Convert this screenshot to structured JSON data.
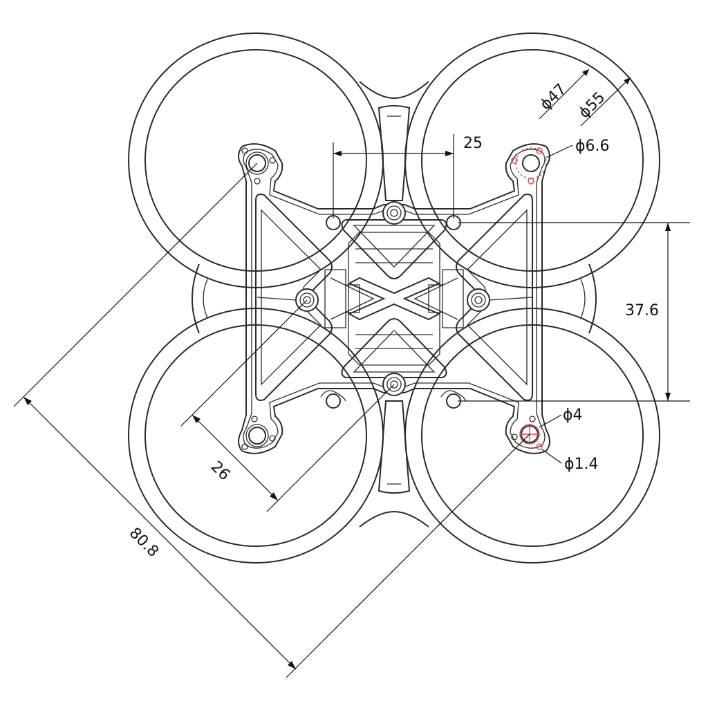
{
  "dimensions": {
    "prop_inner_diameter": "ϕ47",
    "prop_outer_diameter": "ϕ55",
    "motor_hole_diameter": "ϕ6.6",
    "stack_spacing_x": "25",
    "stack_spacing_y": "37.6",
    "mount_spacing_diag": "26",
    "wheelbase_diag": "80.8",
    "screw_hole_diameter": "ϕ4",
    "small_hole_diameter": "ϕ1.4"
  },
  "colors": {
    "line": "#2a2a2a",
    "dimension": "#111111",
    "highlight": "#d94a4a",
    "background": "#ffffff"
  }
}
